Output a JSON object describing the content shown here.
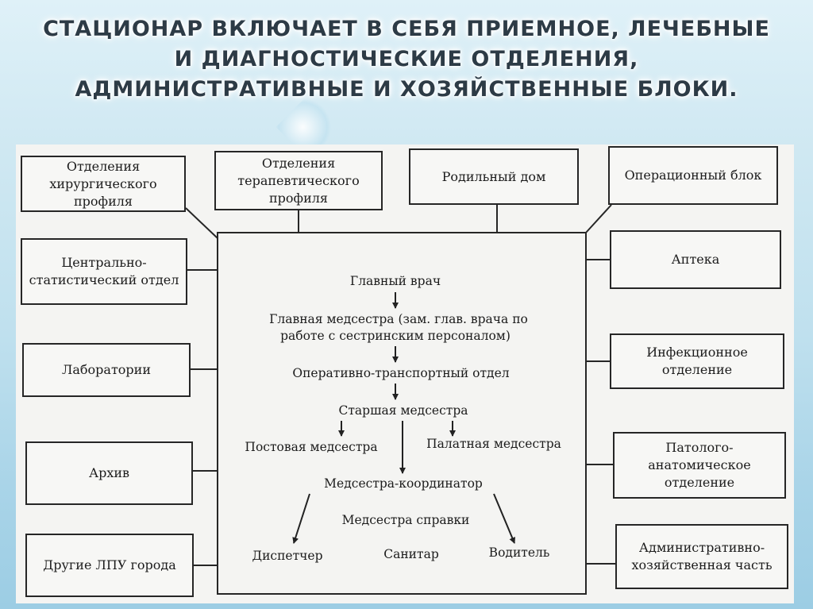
{
  "title": "СТАЦИОНАР ВКЛЮЧАЕТ В СЕБЯ ПРИЕМНОЕ, ЛЕЧЕБНЫЕ И ДИАГНОСТИЧЕСКИЕ ОТДЕЛЕНИЯ, АДМИНИСТРАТИВНЫЕ И ХОЗЯЙСТВЕННЫЕ БЛОКИ.",
  "boxes": {
    "surgical": "Отделения хирургического профиля",
    "therapeutic": "Отделения терапевтического профиля",
    "maternity": "Родильный дом",
    "operating": "Операционный блок",
    "statistics": "Центрально-статистический отдел",
    "pharmacy": "Аптека",
    "labs": "Лаборатории",
    "infectious": "Инфекционное отделение",
    "archive": "Архив",
    "pathology": "Патолого-анатомическое отделение",
    "other_lpu": "Другие ЛПУ города",
    "admin": "Административно-хозяйственная часть"
  },
  "hierarchy": {
    "chief_doctor": "Главный врач",
    "head_nurse": "Главная медсестра (зам. глав. врача по",
    "head_nurse_2": "работе с сестринским персоналом)",
    "transport": "Оперативно-транспортный отдел",
    "senior_nurse": "Старшая медсестра",
    "post_nurse": "Постовая медсестра",
    "ward_nurse": "Палатная медсестра",
    "coordinator": "Медсестра-координатор",
    "info_nurse": "Медсестра справки",
    "dispatcher": "Диспетчер",
    "orderly": "Санитар",
    "driver": "Водитель"
  }
}
